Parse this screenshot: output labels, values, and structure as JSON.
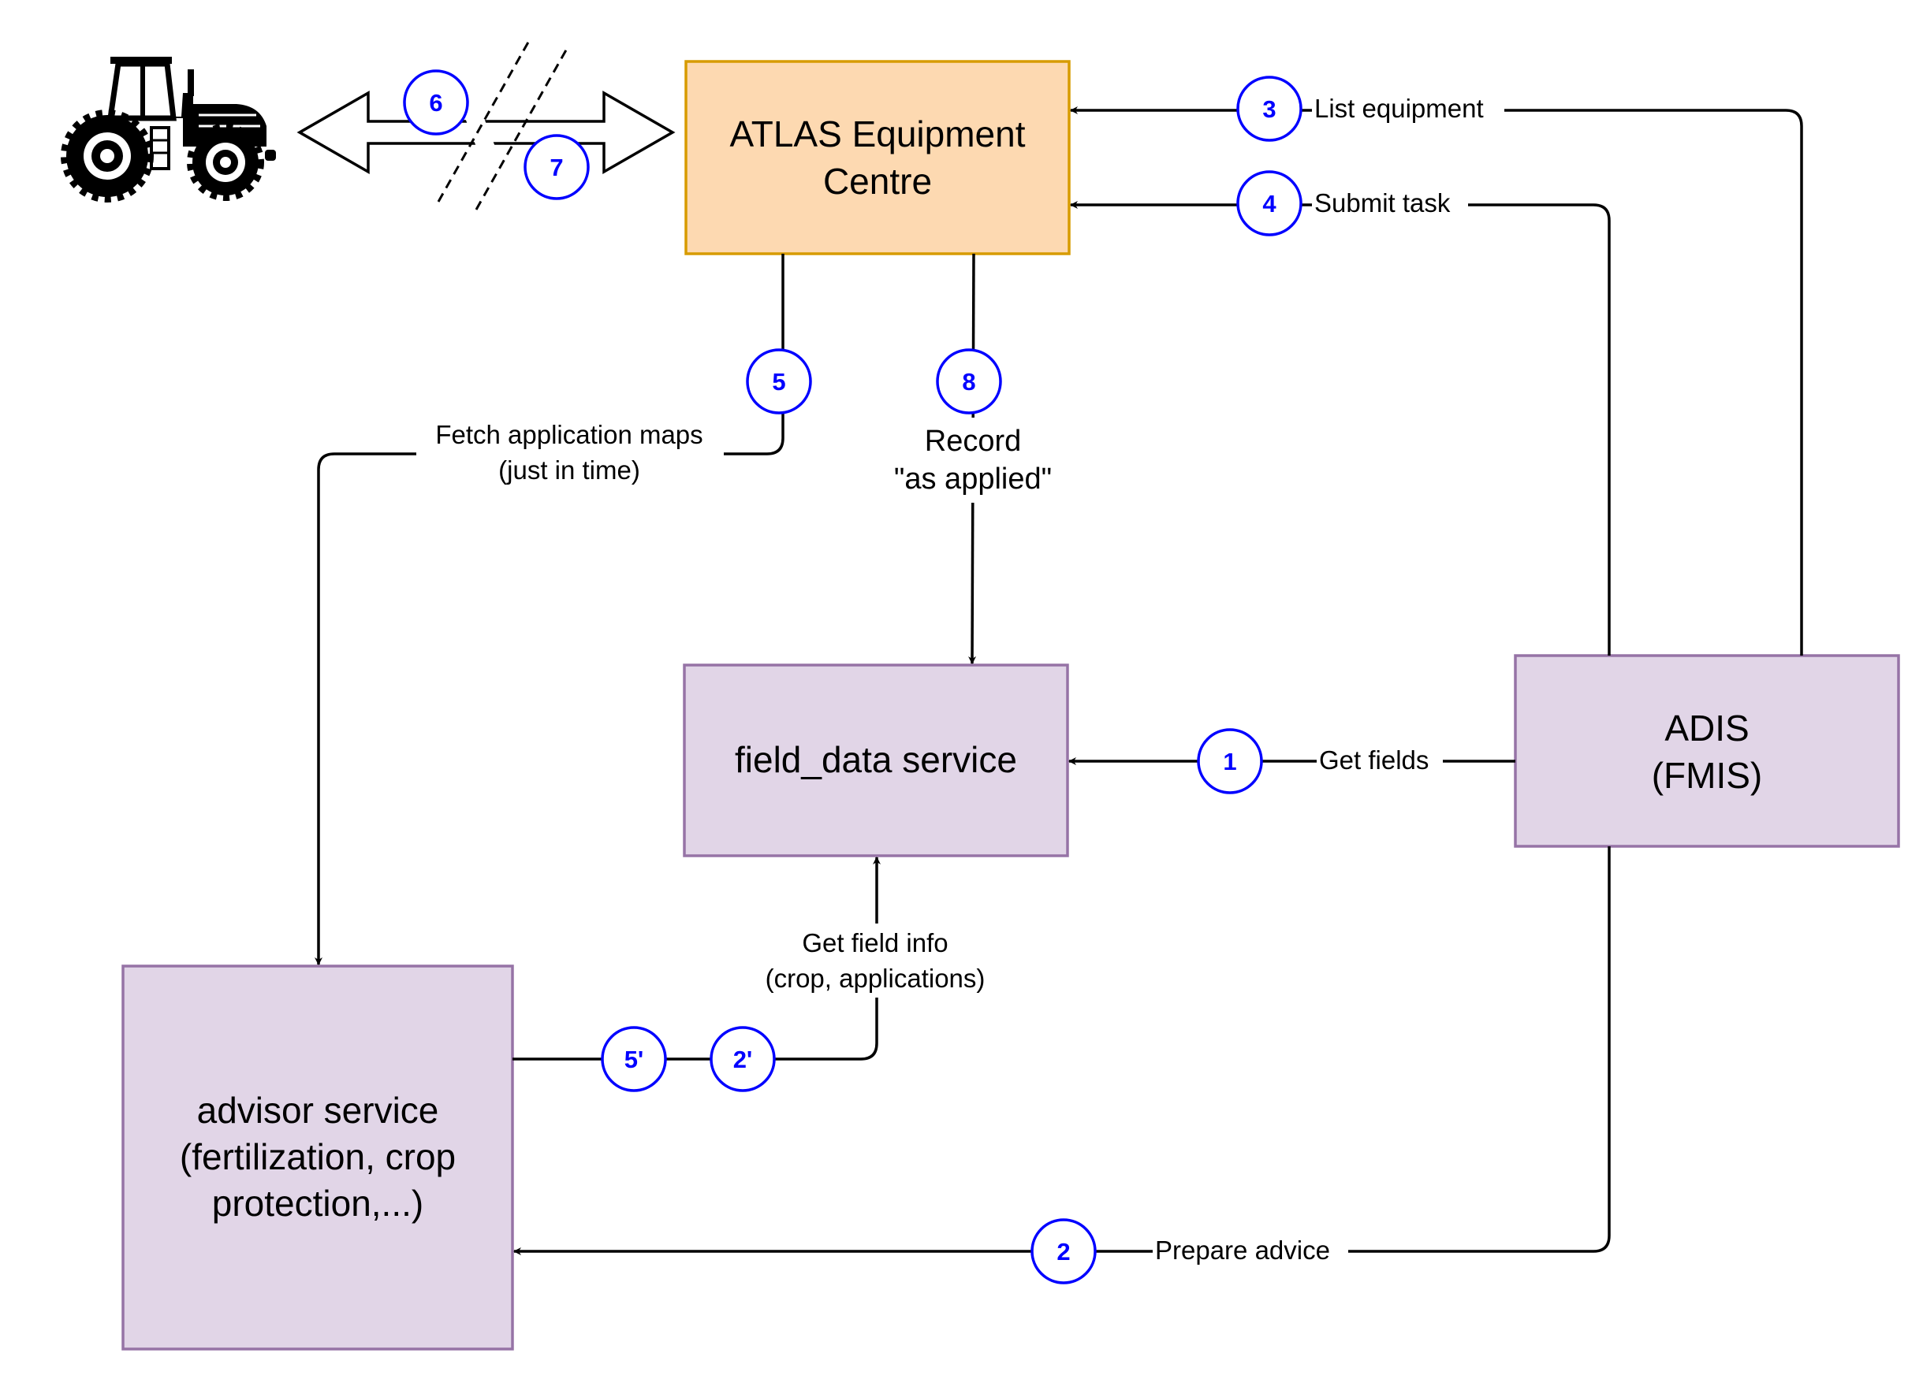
{
  "colors": {
    "atlas_fill": "#fdd9b1",
    "atlas_stroke": "#d79b00",
    "service_fill": "#e1d5e7",
    "service_stroke": "#9673a6",
    "step_stroke": "#0000ff",
    "step_text": "#0000ff",
    "edge": "#000000"
  },
  "boxes": {
    "atlas": [
      "ATLAS Equipment",
      "Centre"
    ],
    "field_data": "field_data service",
    "advisor": [
      "advisor service",
      "(fertilization, crop",
      "protection,...)"
    ],
    "adis": [
      "ADIS",
      "(FMIS)"
    ]
  },
  "tractor_icon": "tractor-icon",
  "steps": {
    "s1": "1",
    "s2": "2",
    "s2p": "2'",
    "s3": "3",
    "s4": "4",
    "s5": "5",
    "s5p": "5'",
    "s6": "6",
    "s7": "7",
    "s8": "8"
  },
  "labels": {
    "list_equipment": "List equipment",
    "submit_task": "Submit task",
    "get_fields": "Get fields",
    "prepare_advice": "Prepare advice",
    "fetch_maps": [
      "Fetch application maps",
      "(just in time)"
    ],
    "record_applied": [
      "Record",
      "\"as applied\""
    ],
    "get_field_info": [
      "Get field info",
      "(crop, applications)"
    ]
  }
}
